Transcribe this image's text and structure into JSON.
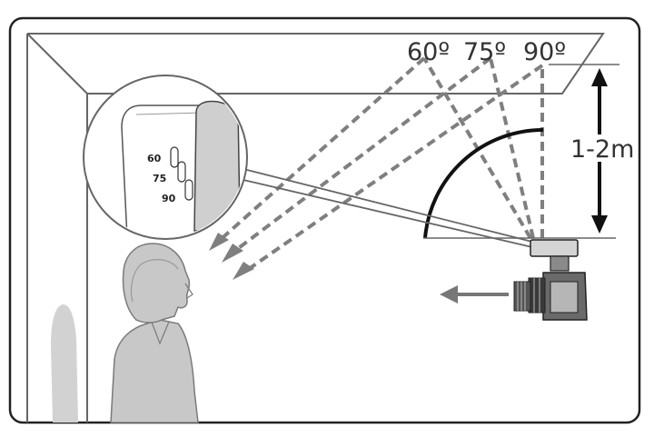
{
  "angles": [
    {
      "label": "60º",
      "value": 60
    },
    {
      "label": "75º",
      "value": 75
    },
    {
      "label": "90º",
      "value": 90
    }
  ],
  "distance": {
    "label": "1-2m"
  },
  "inset": {
    "labels": [
      "60",
      "75",
      "90"
    ]
  },
  "colors": {
    "frame": "#222222",
    "line": "#666666",
    "dash": "#7f7f7f",
    "silhouette": "#c6c6c6",
    "arrow": "#777777"
  }
}
